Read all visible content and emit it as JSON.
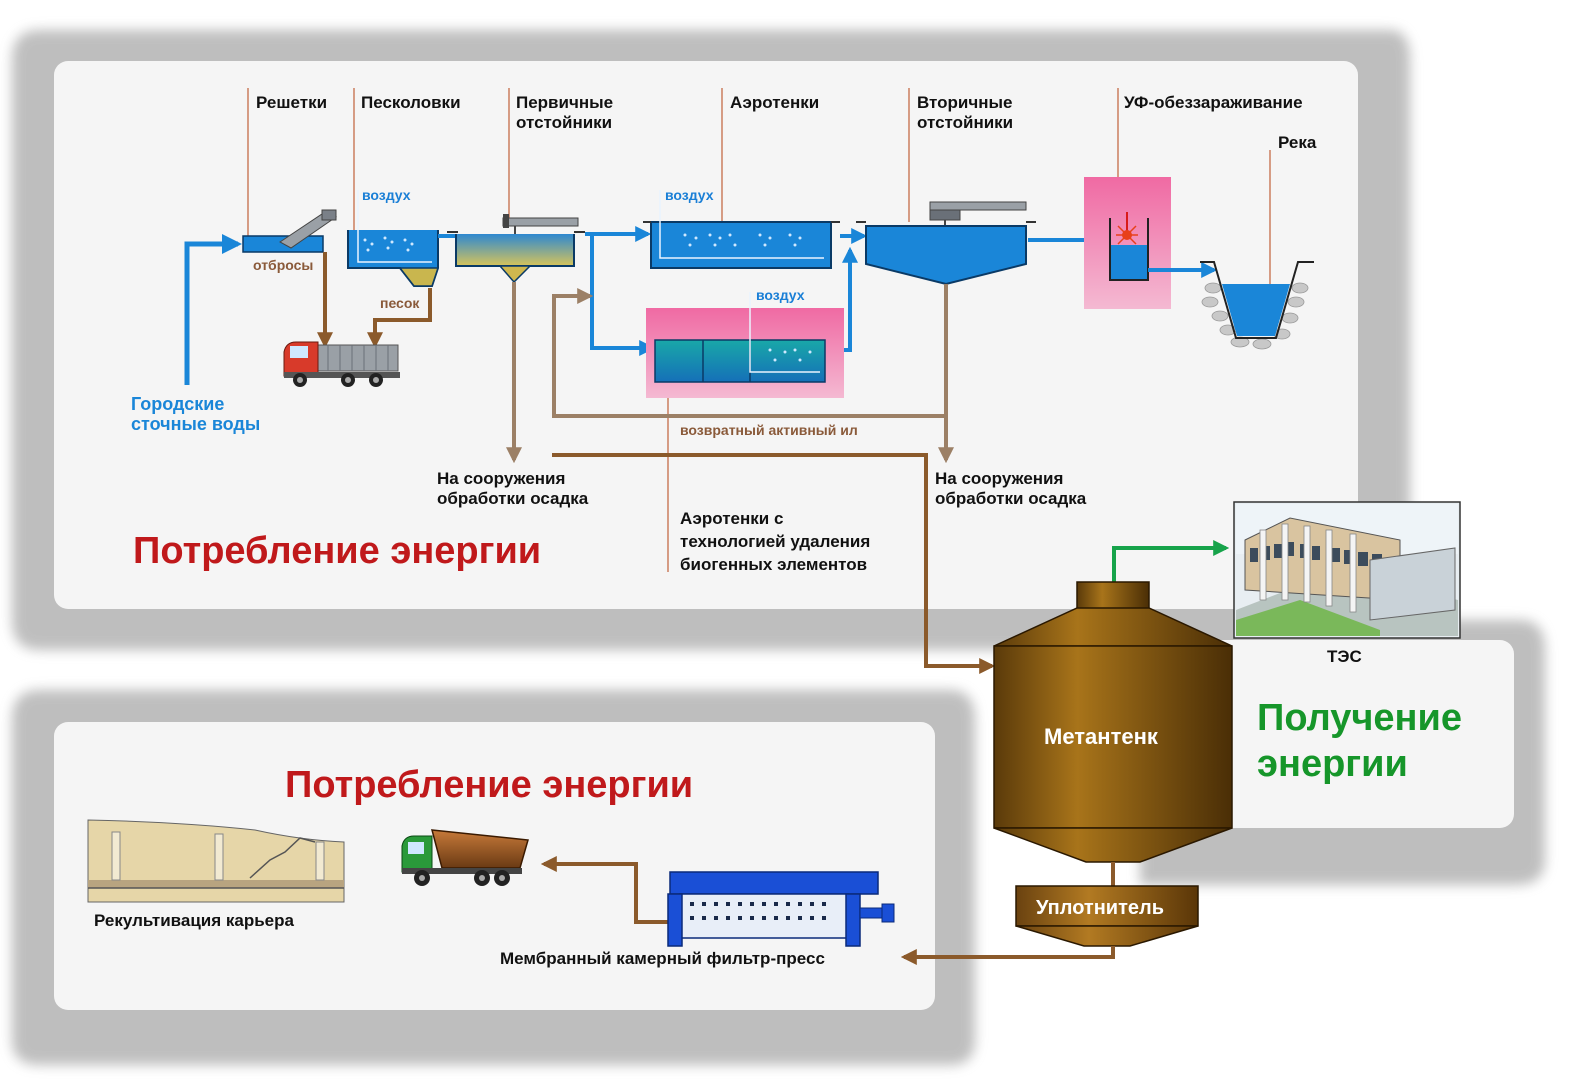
{
  "top_labels": {
    "reshetki": "Решетки",
    "peskolovki": "Песколовки",
    "primary_line1": "Первичные",
    "primary_line2": "отстойники",
    "aerotanks": "Аэротенки",
    "secondary_line1": "Вторичные",
    "secondary_line2": "отстойники",
    "uv": "УФ-обеззараживание",
    "river": "Река"
  },
  "small_labels": {
    "air1": "воздух",
    "air2": "воздух",
    "air3": "воздух",
    "otbrosy": "отбросы",
    "pesok": "песок",
    "return_sludge": "возвратный активный ил"
  },
  "city_water": {
    "line1": "Городские",
    "line2": "сточные воды"
  },
  "sludge_treatment_1": {
    "line1": "На сооружения",
    "line2": "обработки осадка"
  },
  "sludge_treatment_2": {
    "line1": "На сооружения",
    "line2": "обработки осадка"
  },
  "aerotank_bio": {
    "line1": "Аэротенки с",
    "line2": "технологией удаления",
    "line3": "биогенных элементов"
  },
  "energy_consumption_top": "Потребление энергии",
  "energy_consumption_bottom": "Потребление энергии",
  "energy_production_line1": "Получение",
  "energy_production_line2": "энергии",
  "metantank": "Метантенк",
  "thickener": "Уплотнитель",
  "tes": "ТЭС",
  "filter_press": "Мембранный камерный фильтр-пресс",
  "quarry": "Рекультивация карьера",
  "colors": {
    "water_flow": "#1a86d8",
    "sludge_flow": "#8b5a2b",
    "gas_flow": "#16a34a",
    "energy_consumption": "#c0191b",
    "energy_production": "#16962a"
  }
}
